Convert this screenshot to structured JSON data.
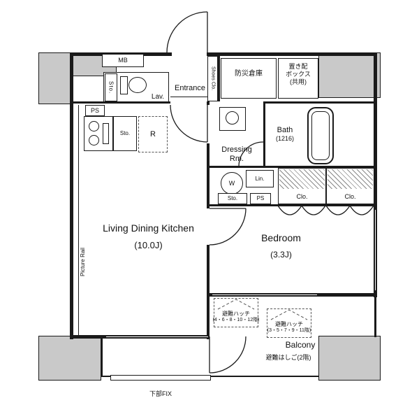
{
  "colors": {
    "wall": "#1a1a1a",
    "concrete": "#c9c9c9",
    "background": "#ffffff"
  },
  "top_row": {
    "mb_label": "MB",
    "sto_label": "Sto.",
    "lav_label": "Lav.",
    "entrance_label": "Entrance",
    "shoes_closet_label": "Shoes Clo.",
    "disaster_storage_label": "防災倉庫",
    "delivery_box_line1": "置き配",
    "delivery_box_line2": "ボックス",
    "delivery_box_line3": "(共用)"
  },
  "kitchen": {
    "ps_label": "PS",
    "sto_label": "Sto.",
    "refrigerator_label": "R"
  },
  "bath_area": {
    "dressing_line1": "Dressing",
    "dressing_line2": "Rm.",
    "bath_label": "Bath",
    "bath_size": "(1216)"
  },
  "storage_row": {
    "washer_label": "W",
    "linen_label": "Lin.",
    "sto_label": "Sto.",
    "ps_label": "PS",
    "closet_left_label": "Clo.",
    "closet_right_label": "Clo."
  },
  "rooms": {
    "ldk_name": "Living Dining Kitchen",
    "ldk_size": "(10.0J)",
    "bedroom_name": "Bedroom",
    "bedroom_size": "(3.3J)",
    "picture_rail_label": "Picture Rail"
  },
  "balcony": {
    "name": "Balcony",
    "hatch1_name": "避難ハッチ",
    "hatch1_floors": "(4・6・8・10・12階)",
    "hatch2_name": "避難ハッチ",
    "hatch2_floors": "(3・5・7・9・11階)",
    "ladder_label": "避難はしご(2階)",
    "fix_label": "下部FIX"
  }
}
